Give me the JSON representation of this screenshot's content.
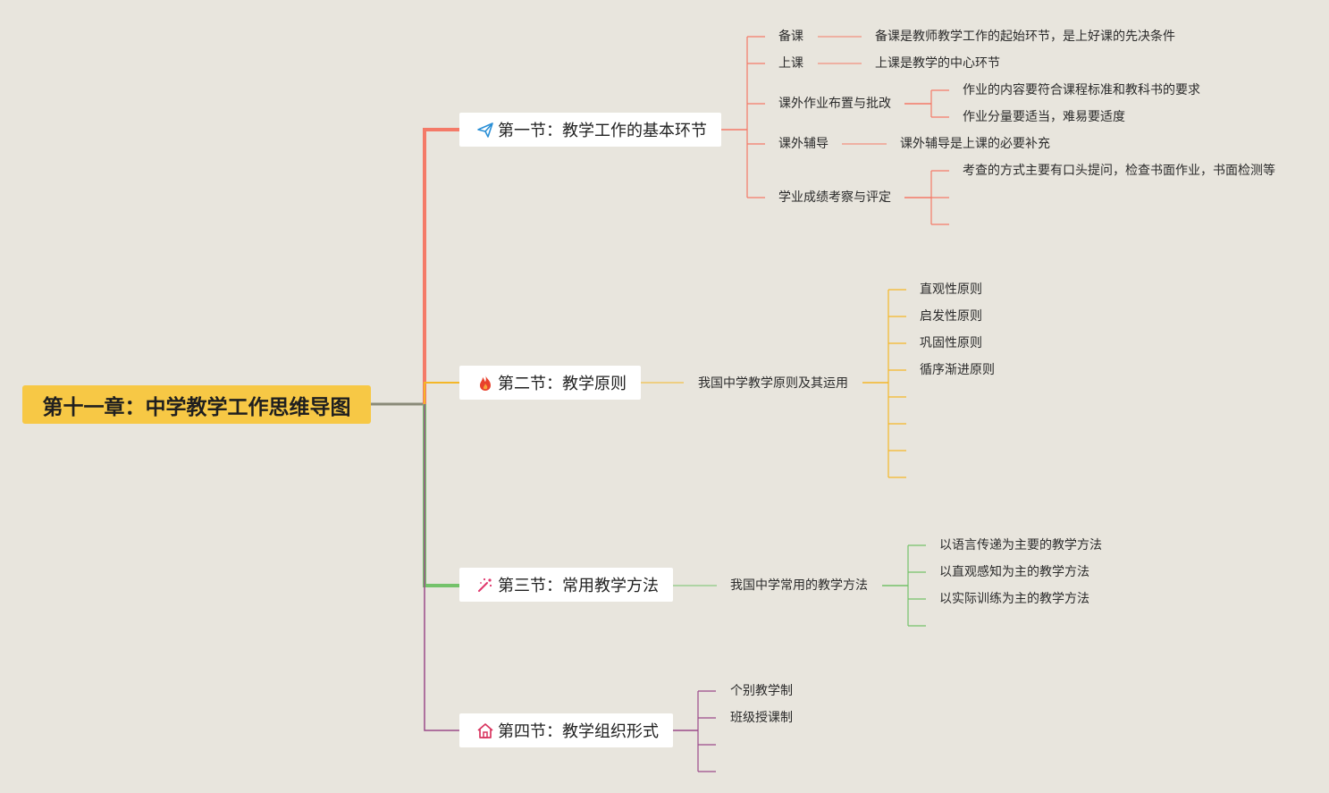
{
  "root": {
    "title": "第十一章：中学教学工作思维导图"
  },
  "colors": {
    "s1": "#f47a68",
    "s2": "#f4b728",
    "s3": "#74c26a",
    "s4": "#9b4b8a",
    "rootBranch": "#8a8a78"
  },
  "sections": [
    {
      "title": "第一节：教学工作的基本环节",
      "icon": "paper-plane-icon",
      "children": [
        {
          "label": "备课",
          "children": [
            "备课是教师教学工作的起始环节，是上好课的先决条件"
          ]
        },
        {
          "label": "上课",
          "children": [
            "上课是教学的中心环节"
          ]
        },
        {
          "label": "课外作业布置与批改",
          "children": [
            "作业的内容要符合课程标准和教科书的要求",
            "作业分量要适当，难易要适度"
          ]
        },
        {
          "label": "课外辅导",
          "children": [
            "课外辅导是上课的必要补充"
          ]
        },
        {
          "label": "学业成绩考察与评定",
          "children": [
            "考查的方式主要有口头提问，检查书面作业，书面检测等",
            ""
          ]
        }
      ]
    },
    {
      "title": "第二节：教学原则",
      "icon": "flame-icon",
      "children": [
        {
          "label": "我国中学教学原则及其运用",
          "children": [
            "直观性原则",
            "启发性原则",
            "巩固性原则",
            "循序渐进原则",
            "",
            "",
            "",
            ""
          ]
        }
      ]
    },
    {
      "title": "第三节：常用教学方法",
      "icon": "magic-wand-icon",
      "children": [
        {
          "label": "我国中学常用的教学方法",
          "children": [
            "以语言传递为主要的教学方法",
            "以直观感知为主的教学方法",
            "以实际训练为主的教学方法",
            ""
          ]
        }
      ]
    },
    {
      "title": "第四节：教学组织形式",
      "icon": "home-icon",
      "children": [
        {
          "label": "个别教学制",
          "children": []
        },
        {
          "label": "班级授课制",
          "children": []
        },
        {
          "label": "",
          "children": []
        },
        {
          "label": "",
          "children": []
        }
      ]
    }
  ]
}
